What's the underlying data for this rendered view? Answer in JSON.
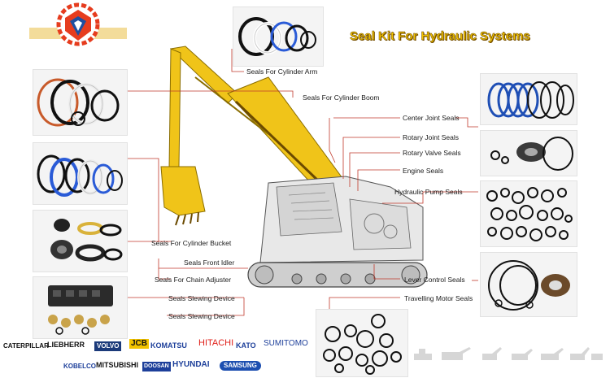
{
  "title": "Seal Kit For Hydraulic Systems",
  "labels": {
    "cylinder_arm": "Seals For Cylinder Arm",
    "cylinder_boom": "Seals For Cylinder Boom",
    "center_joint": "Center Joint Seals",
    "rotary_joint": "Rotary Joint Seals",
    "rotary_valve": "Rotary Valve Seals",
    "engine": "Engine Seals",
    "hydraulic_pump": "Hydraulic Pump Seals",
    "cylinder_bucket": "Seals For Cylinder Bucket",
    "front_idler": "Seals Front Idler",
    "chain_adjuster": "Seals For Chain Adjuster",
    "slewing_device_1": "Seals Slewing Device",
    "slewing_device_2": "Seals Slewing Device",
    "lever_control": "Lever Control Seals",
    "travelling_motor": "Travelling Motor Seals"
  },
  "brands": {
    "caterpillar": "CATERPILLAR",
    "liebherr": "LIEBHERR",
    "volvo": "VOLVO",
    "jcb": "JCB",
    "komatsu": "KOMATSU",
    "hitachi": "HITACHI",
    "kato": "KATO",
    "sumitomo": "SUMITOMO",
    "kobelco": "KOBELCO",
    "mitsubishi": "MITSUBISHI",
    "doosan": "DOOSAN",
    "hyundai": "HYUNDAI",
    "samsung": "SAMSUNG"
  },
  "colors": {
    "title": "#f2c300",
    "excavator": "#f0c419",
    "leader_line": "#c0392b",
    "logo_red": "#e63c1e",
    "logo_blue": "#1e4fa0"
  }
}
